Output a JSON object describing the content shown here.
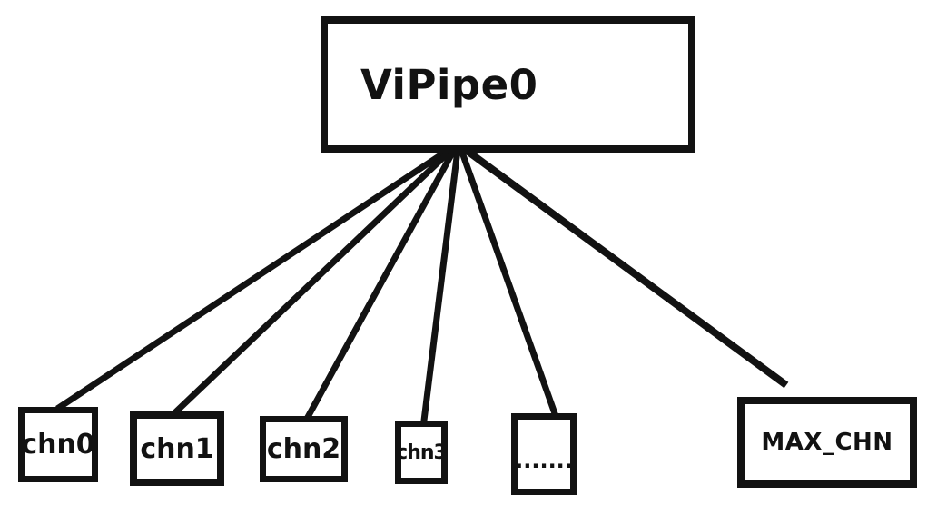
{
  "colors": {
    "background": "#ffffff",
    "stroke": "#121212",
    "text": "#121212"
  },
  "diagram": {
    "root": {
      "id": "vipipe0",
      "label": "ViPipe0"
    },
    "children": [
      {
        "id": "chn0",
        "label": "chn0"
      },
      {
        "id": "chn1",
        "label": "chn1"
      },
      {
        "id": "chn2",
        "label": "chn2"
      },
      {
        "id": "chn3",
        "label": "chn3"
      },
      {
        "id": "ellipsis",
        "label": "......."
      },
      {
        "id": "max-chn",
        "label": "MAX_CHN"
      }
    ]
  }
}
